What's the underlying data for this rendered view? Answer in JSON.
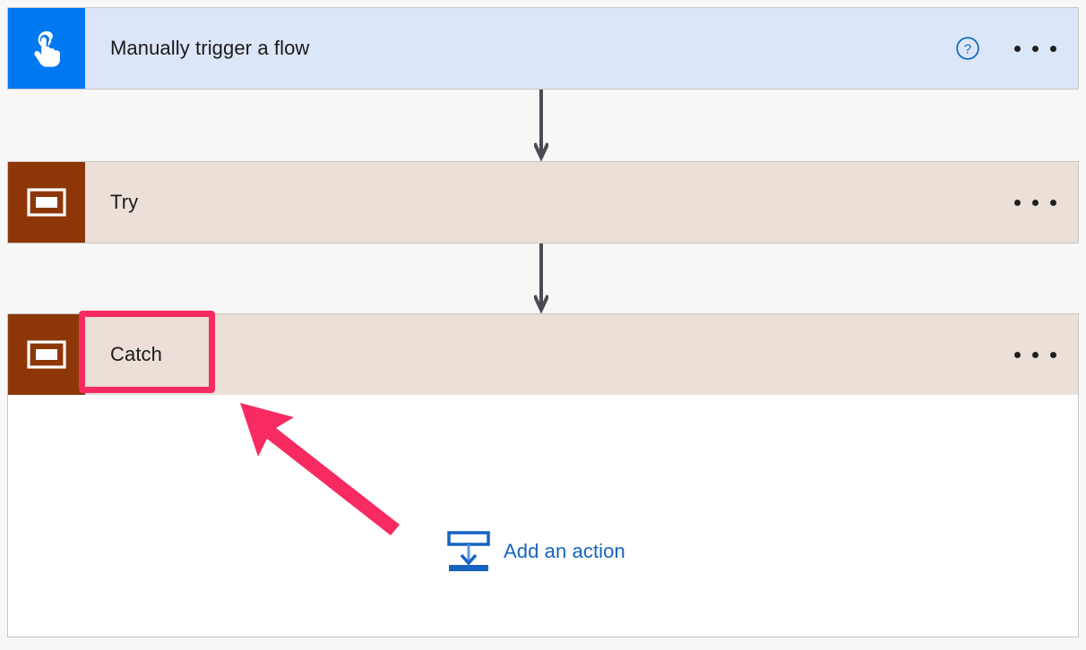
{
  "designer": {
    "nodes": [
      {
        "id": "trigger",
        "title": "Manually trigger a flow",
        "icon": "touch-tap-icon",
        "icon_bg": "#0078f2",
        "header_bg": "#dce6f9",
        "has_help": true,
        "menu_label": "•••"
      },
      {
        "id": "try",
        "title": "Try",
        "icon": "scope-icon",
        "icon_bg": "#8d3708",
        "header_bg": "#ebdfd8",
        "has_help": false,
        "menu_label": "•••"
      },
      {
        "id": "catch",
        "title": "Catch",
        "icon": "scope-icon",
        "icon_bg": "#8d3708",
        "header_bg": "#ebdfd8",
        "has_help": false,
        "menu_label": "•••"
      }
    ],
    "add_action": {
      "label": "Add an action",
      "icon": "insert-action-icon",
      "color": "#1564c0"
    },
    "connectors": [
      {
        "id": "connector-1",
        "from": "trigger",
        "to": "try",
        "color": "#4b4b53"
      },
      {
        "id": "connector-2",
        "from": "try",
        "to": "catch",
        "color": "#4b4b53"
      }
    ],
    "icons": {
      "help": "help-circle-icon",
      "menu": "more-options-icon"
    },
    "annotations": {
      "highlight": {
        "target": "catch",
        "color": "#f72b61",
        "shape": "rectangle"
      },
      "arrow": {
        "points_to": "catch",
        "color": "#f72b61",
        "shape": "arrow"
      }
    },
    "colors": {
      "page_background": "#f7f7f7",
      "card_border": "#c8c6c4",
      "card_body": "#ffffff",
      "trigger_accent": "#0078f2",
      "scope_accent": "#8d3708",
      "link": "#1564c0",
      "annotation": "#f72b61",
      "text": "#1b1a19"
    }
  }
}
